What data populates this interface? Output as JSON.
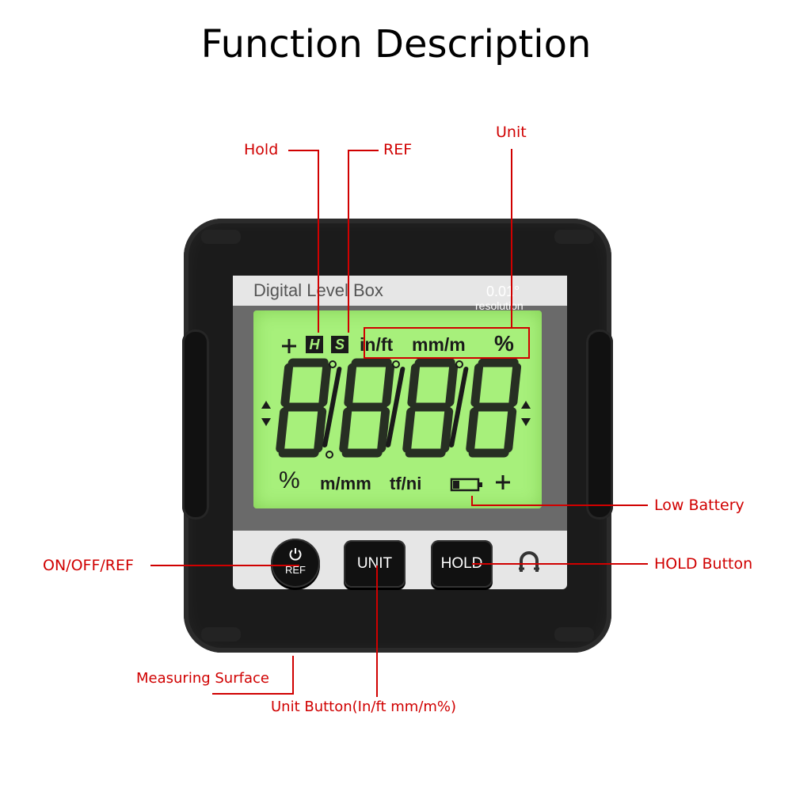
{
  "page": {
    "title": "Function Description"
  },
  "device": {
    "brand": "Digital Level Box",
    "resolution_value": "0.01°",
    "resolution_label": "resolution",
    "lcd": {
      "hold_indicator": "H",
      "ref_indicator": "S",
      "units_top": [
        "in/ft",
        "mm/m",
        "%"
      ],
      "units_bottom": [
        "%",
        "m/mm",
        "tf/ni"
      ]
    },
    "buttons": {
      "ref_label": "REF",
      "unit_label": "UNIT",
      "hold_label": "HOLD"
    }
  },
  "callouts": {
    "hold": "Hold",
    "ref": "REF",
    "unit": "Unit",
    "low_battery": "Low Battery",
    "on_off_ref": "ON/OFF/REF",
    "hold_button": "HOLD Button",
    "measuring_surface": "Measuring Surface",
    "unit_button": "Unit Button(In/ft mm/m%)"
  },
  "colors": {
    "callout": "#d00000",
    "lcd": "#a7f07b",
    "body": "#1b1b1b"
  },
  "icons": [
    "power-icon",
    "magnet-icon",
    "battery-icon",
    "level-cross-icon",
    "arrow-up-icon",
    "arrow-down-icon"
  ]
}
